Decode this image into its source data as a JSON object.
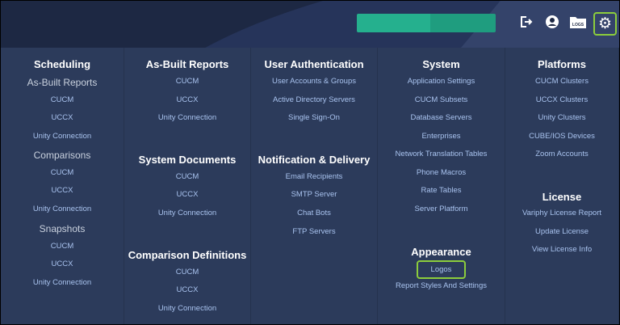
{
  "header": {
    "progress_percent": 53,
    "icons": [
      "logout-icon",
      "user-icon",
      "logs-icon",
      "gear-icon"
    ],
    "logs_label": "LOGS"
  },
  "columns": [
    {
      "blocks": [
        {
          "heading": "Scheduling",
          "sub": [
            {
              "title": "As-Built Reports",
              "items": [
                "CUCM",
                "UCCX",
                "Unity Connection"
              ]
            },
            {
              "title": "Comparisons",
              "items": [
                "CUCM",
                "UCCX",
                "Unity Connection"
              ]
            },
            {
              "title": "Snapshots",
              "items": [
                "CUCM",
                "UCCX",
                "Unity Connection"
              ]
            }
          ]
        }
      ]
    },
    {
      "blocks": [
        {
          "heading": "As-Built Reports",
          "items": [
            "CUCM",
            "UCCX",
            "Unity Connection"
          ]
        },
        {
          "heading": "System Documents",
          "items": [
            "CUCM",
            "UCCX",
            "Unity Connection"
          ]
        },
        {
          "heading": "Comparison Definitions",
          "items": [
            "CUCM",
            "UCCX",
            "Unity Connection"
          ]
        }
      ]
    },
    {
      "blocks": [
        {
          "heading": "User Authentication",
          "items": [
            "User Accounts & Groups",
            "Active Directory Servers",
            "Single Sign-On"
          ]
        },
        {
          "heading": "Notification & Delivery",
          "items": [
            "Email Recipients",
            "SMTP Server",
            "Chat Bots",
            "FTP Servers"
          ]
        }
      ]
    },
    {
      "blocks": [
        {
          "heading": "System",
          "items": [
            "Application Settings",
            "CUCM Subsets",
            "Database Servers",
            "Enterprises",
            "Network Translation Tables",
            "Phone Macros",
            "Rate Tables",
            "Server Platform"
          ]
        },
        {
          "heading": "Appearance",
          "items": [
            "Logos",
            "Report Styles And Settings"
          ]
        }
      ]
    },
    {
      "blocks": [
        {
          "heading": "Platforms",
          "items": [
            "CUCM Clusters",
            "UCCX Clusters",
            "Unity Clusters",
            "CUBE/IOS Devices",
            "Zoom Accounts"
          ]
        },
        {
          "heading": "License",
          "items": [
            "Variphy License Report",
            "Update License",
            "View License Info"
          ]
        }
      ]
    }
  ],
  "highlight": {
    "selected_item": "Logos",
    "accent": "#8ccd3c"
  }
}
